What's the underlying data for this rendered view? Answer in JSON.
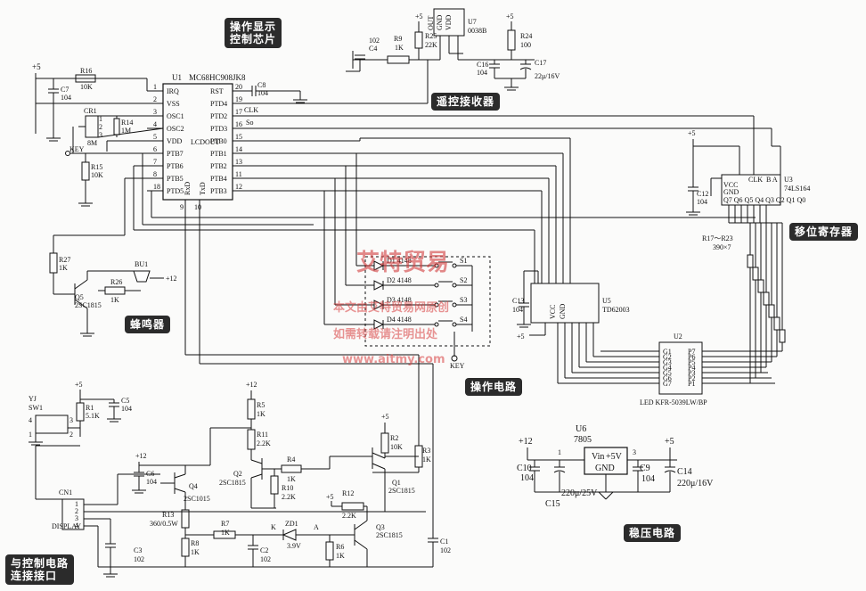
{
  "callouts": {
    "mcu": [
      "操作显示",
      "控制芯片"
    ],
    "ir_receiver": "遥控接收器",
    "shift_register": "移位寄存器",
    "buzzer": "蜂鸣器",
    "operation": "操作电路",
    "regulator": "稳压电路",
    "interface": [
      "与控制电路",
      "连接接口"
    ]
  },
  "watermark": {
    "logo": "艾特贸易",
    "line1": "本文由艾特贸易网原创",
    "line2": "如需转载请注明出处",
    "url": "www.aitmy.com"
  },
  "u1": {
    "ref": "U1",
    "part": "MC68HC908JK8",
    "left_pins": [
      {
        "num": "1",
        "name": "IRQ"
      },
      {
        "num": "2",
        "name": "VSS"
      },
      {
        "num": "3",
        "name": "OSC1"
      },
      {
        "num": "4",
        "name": "OSC2"
      },
      {
        "num": "5",
        "name": "VDD"
      },
      {
        "num": "6",
        "name": "PTB7"
      },
      {
        "num": "7",
        "name": "PTB6"
      },
      {
        "num": "8",
        "name": "PTB5"
      },
      {
        "num": "18",
        "name": "PTD5"
      }
    ],
    "right_pins": [
      {
        "num": "20",
        "name": "RST"
      },
      {
        "num": "19",
        "name": "PTD4"
      },
      {
        "num": "17",
        "name": "PTD2"
      },
      {
        "num": "16",
        "name": "PTD3"
      },
      {
        "num": "15",
        "name": "PTB0"
      },
      {
        "num": "14",
        "name": "PTB1"
      },
      {
        "num": "13",
        "name": "PTB2"
      },
      {
        "num": "11",
        "name": "PTB4"
      },
      {
        "num": "12",
        "name": "PTB3"
      }
    ],
    "extra": [
      "LCDOUT",
      "RxD",
      "TxD",
      "9",
      "10"
    ]
  },
  "signals": {
    "clk": "CLK",
    "so": "So",
    "key": "KEY"
  },
  "labels": {
    "plus5": "+5",
    "plus12": "+12",
    "u7": "U7",
    "u7_part": "0038B",
    "u7_pins": [
      "OUT",
      "GND",
      "VDD"
    ],
    "r9": "R9",
    "r9v": "1K",
    "c4": "102",
    "c4r": "C4",
    "r25": "R25",
    "r25v": "22K",
    "r24": "R24",
    "r24v": "100",
    "c16": "C16",
    "c16v": "104",
    "c17": "C17",
    "c17v": "22μ/16V",
    "r16": "R16",
    "r16v": "10K",
    "c7": "C7",
    "c7v": "104",
    "cr1": "CR1",
    "cr1v": "8M",
    "r14": "R14",
    "r14v": "1M",
    "c8": "C8",
    "c8v": "104",
    "r15": "R15",
    "r15v": "10K",
    "r27": "R27",
    "r27v": "1K",
    "bu1": "BU1",
    "r26": "R26",
    "r26v": "1K",
    "q5": "Q5",
    "q5p": "2SC1815",
    "d1": "D1 4148",
    "d2": "D2 4148",
    "d3": "D3 4148",
    "d4": "D4 4148",
    "s1": "S1",
    "s2": "S2",
    "s3": "S3",
    "s4": "S4",
    "u5": "U5",
    "u5p": "TD62003",
    "c13": "C13",
    "c13v": "104",
    "u2": "U2",
    "u2p": "LED  KFR-5039LW/BP",
    "u2_left": [
      "G1",
      "G2",
      "G3",
      "G4",
      "G5",
      "G6",
      "G7"
    ],
    "u2_right": [
      "P7",
      "P6",
      "P5",
      "P4",
      "P3",
      "P2",
      "P1"
    ],
    "u3": "U3",
    "u3p": "74LS164",
    "c12": "C12",
    "c12v": "104",
    "r17": "R17～R23",
    "r17v": "390×7",
    "yj": "YJ",
    "sw1": "SW1",
    "r1": "R1",
    "r1v": "5.1K",
    "c5": "C5",
    "c5v": "104",
    "cn1": "CN1",
    "display": "DISPLAY",
    "c6": "C6",
    "c6v": "104",
    "q4": "Q4",
    "q4p": "2SC1015",
    "r13": "R13",
    "r13v": "360/0.5W",
    "r8": "R8",
    "r8v": "1K",
    "c3": "C3",
    "c3v": "102",
    "r7": "R7",
    "r7v": "1K",
    "c2": "C2",
    "c2v": "102",
    "zd1": "ZD1",
    "zd1v": "3.9V",
    "r6": "R6",
    "r6v": "1K",
    "r5": "R5",
    "r5v": "1K",
    "r11": "R11",
    "r11v": "2.2K",
    "q2": "Q2",
    "q2p": "2SC1815",
    "r4": "R4",
    "r4v": "1K",
    "r10": "R10",
    "r10v": "2.2K",
    "r12": "R12",
    "r12v": "2.2K",
    "q3": "Q3",
    "q3p": "2SC1815",
    "r2": "R2",
    "r2v": "10K",
    "q1": "Q1",
    "q1p": "2SC1815",
    "r3": "R3",
    "r3v": "1K",
    "c1": "C1",
    "c1v": "102",
    "u6": "U6",
    "u6p": "7805",
    "vin": "Vin",
    "gnd": "GND",
    "vout": "+5V",
    "c10": "C10",
    "c10v": "104",
    "c15": "C15",
    "c15v": "220μ/25V",
    "c9": "C9",
    "c9v": "104",
    "c14": "C14",
    "c14v": "220μ/16V",
    "k": "K",
    "a": "A"
  }
}
